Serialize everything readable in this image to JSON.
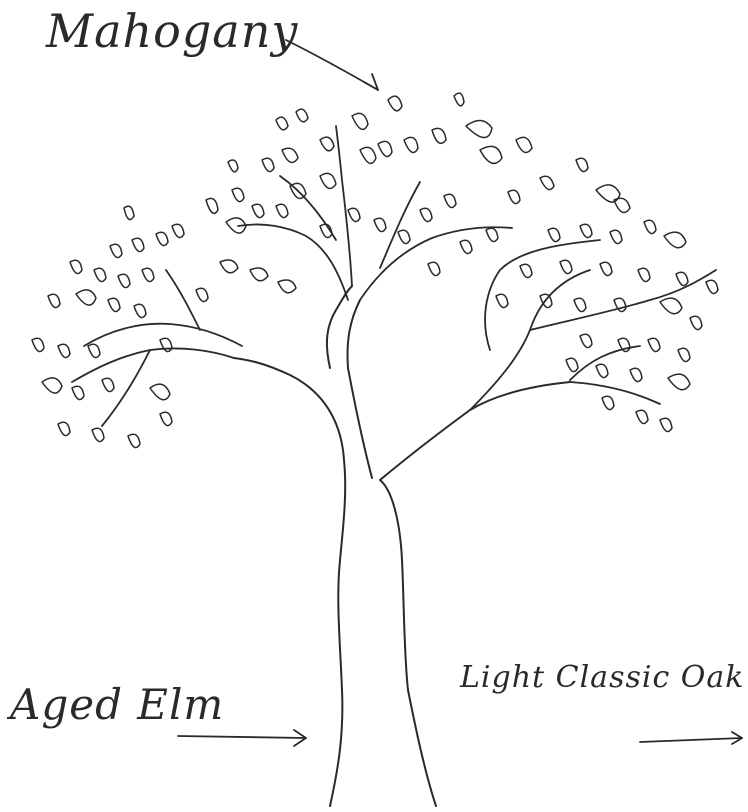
{
  "labels": {
    "top": "Mahogany",
    "bottom_left": "Aged Elm",
    "bottom_right": "Light Classic Oak"
  },
  "colors": {
    "ink": "#2a2a2a",
    "paper": "#ffffff"
  }
}
